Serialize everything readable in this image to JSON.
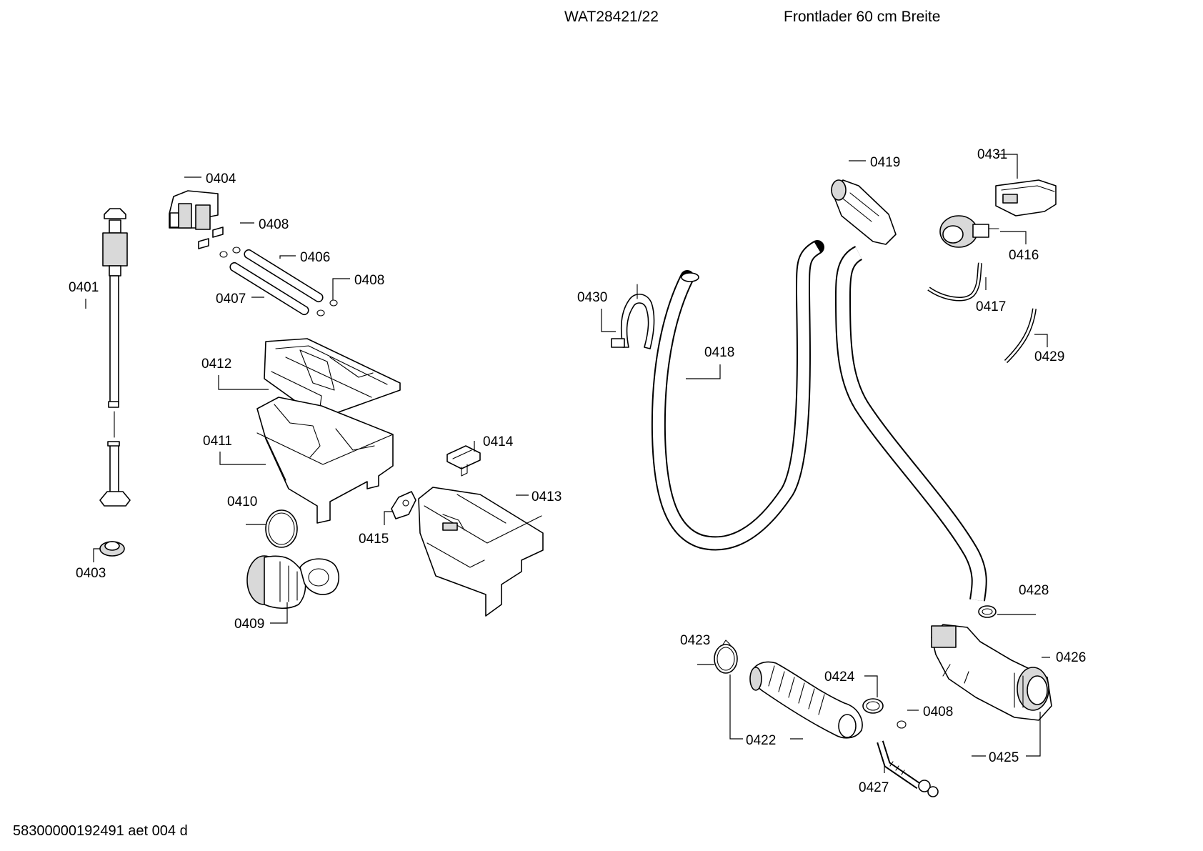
{
  "header": {
    "model": "WAT28421/22",
    "description": "Frontlader 60 cm Breite"
  },
  "footer": {
    "document_code": "58300000192491 aet 004 d"
  },
  "parts": {
    "p0401": "0401",
    "p0403": "0403",
    "p0404": "0404",
    "p0406": "0406",
    "p0407": "0407",
    "p0408": "0408",
    "p0409": "0409",
    "p0410": "0410",
    "p0411": "0411",
    "p0412": "0412",
    "p0413": "0413",
    "p0414": "0414",
    "p0415": "0415",
    "p0416": "0416",
    "p0417": "0417",
    "p0418": "0418",
    "p0419": "0419",
    "p0422": "0422",
    "p0423": "0423",
    "p0424": "0424",
    "p0425": "0425",
    "p0426": "0426",
    "p0427": "0427",
    "p0428": "0428",
    "p0429": "0429",
    "p0430": "0430",
    "p0431": "0431"
  }
}
